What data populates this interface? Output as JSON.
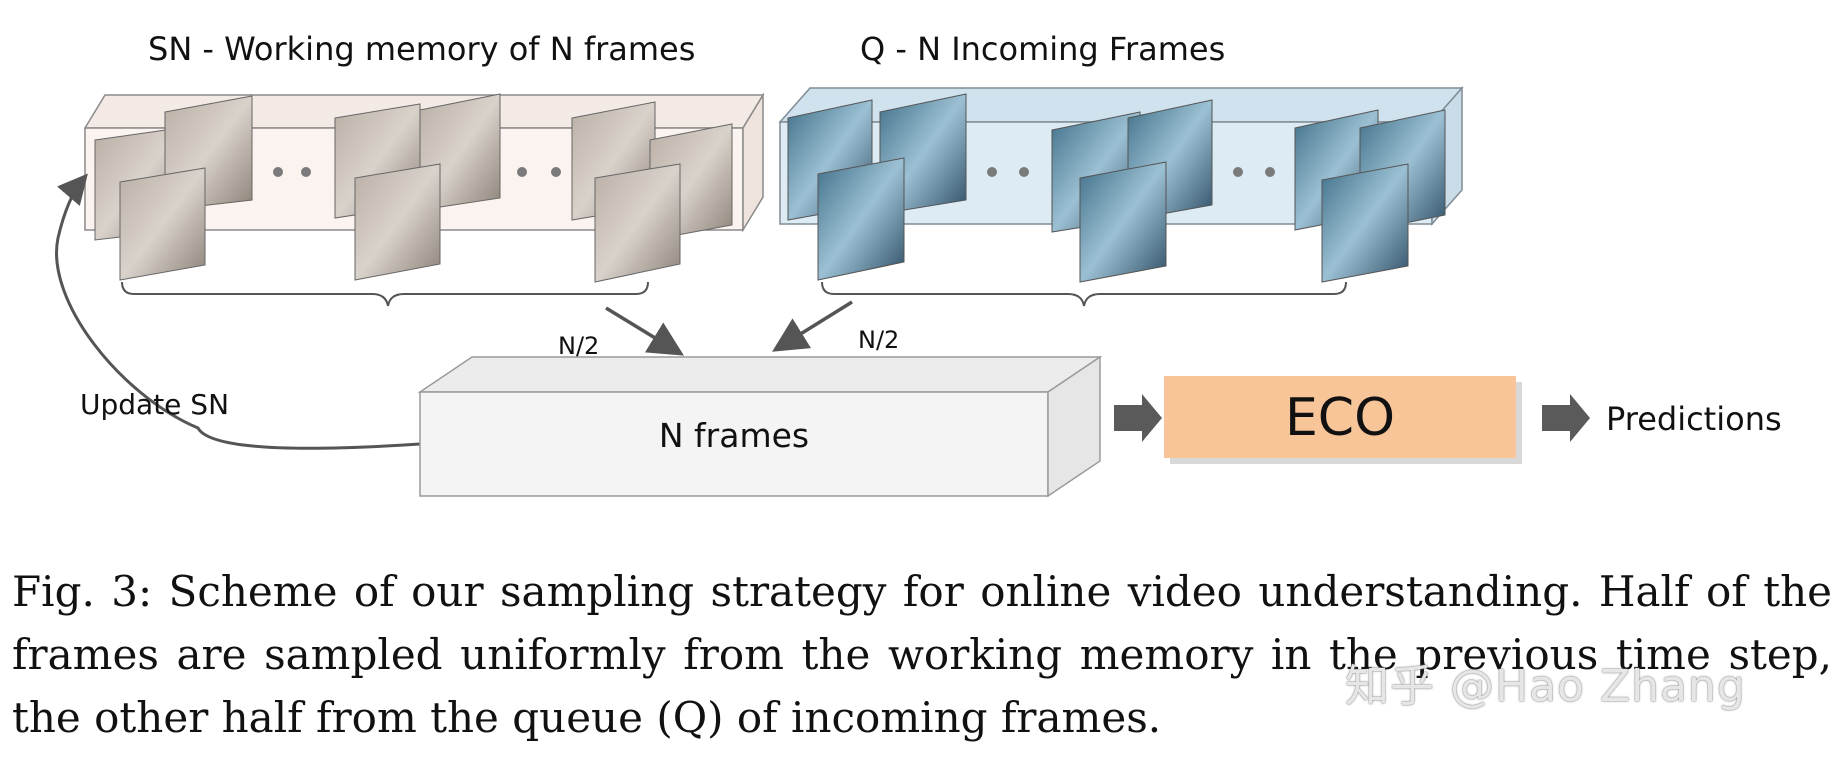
{
  "labels": {
    "working_memory": "SN - Working memory of N frames",
    "incoming": "Q - N Incoming Frames",
    "half_left": "N/2",
    "half_right": "N/2",
    "update": "Update SN",
    "n_frames": "N frames",
    "eco": "ECO",
    "predictions": "Predictions"
  },
  "caption": "Fig. 3: Scheme of our sampling strategy for online video understanding. Half of the frames are sampled uniformly from the working memory in the previous time step, the other half from the queue (Q) of incoming frames.",
  "watermark": "知乎 @Hao Zhang",
  "colors": {
    "memory_box": "#fbf3f0",
    "queue_box": "#dcebf4",
    "eco_box": "#f7c597",
    "n_frames_box": "#f4f4f4",
    "arrow": "#5a5a5a"
  }
}
